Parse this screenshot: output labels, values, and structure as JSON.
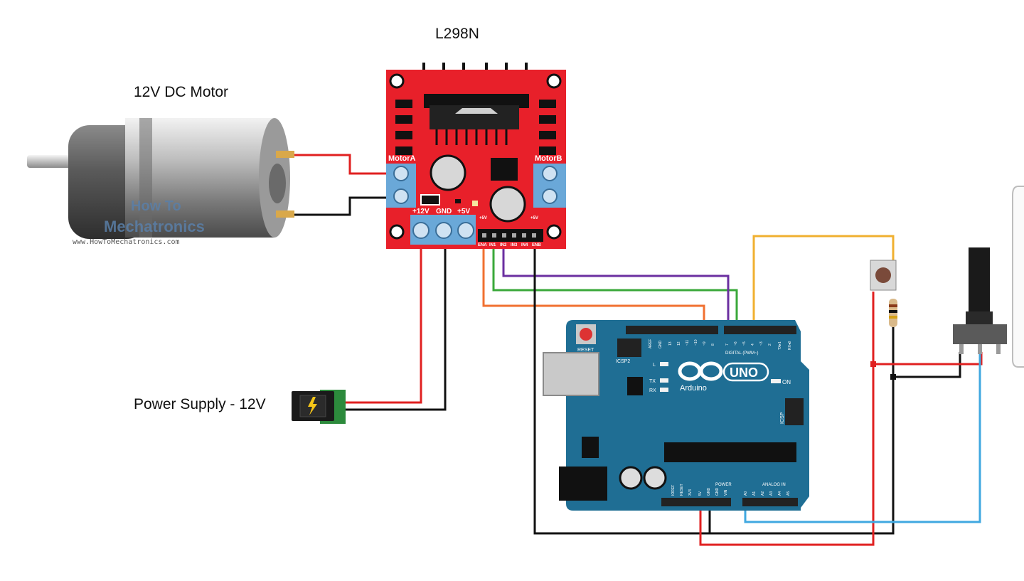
{
  "labels": {
    "module_title": "L298N",
    "motor_title": "12V DC Motor",
    "psu_title": "Power Supply - 12V"
  },
  "l298n": {
    "motor_a": "MotorA",
    "motor_b": "MotorB",
    "v12": "+12V",
    "gnd": "GND",
    "v5": "+5V",
    "v5_small": "+5V",
    "v5_small_b": "+5V",
    "pins": [
      "ENA",
      "IN1",
      "IN2",
      "IN3",
      "IN4",
      "ENB"
    ]
  },
  "watermark": {
    "line1": "How To",
    "line2": "Mechatronics",
    "url": "www.HowToMechatronics.com"
  },
  "arduino": {
    "reset": "RESET",
    "icsp2": "ICSP2",
    "icsp": "ICSP",
    "digital": "DIGITAL (PWM~)",
    "brand": "Arduino",
    "model": "UNO",
    "on": "ON",
    "l": "L",
    "tx": "TX",
    "rx": "RX",
    "power": "POWER",
    "analog": "ANALOG IN",
    "aref": "AREF",
    "gnd": "GND",
    "d13": "13",
    "d12": "12",
    "d11": "~11",
    "d10": "~10",
    "d9": "~9",
    "d8": "8",
    "d7": "7",
    "d6": "~6",
    "d5": "~5",
    "d4": "4",
    "d3": "~3",
    "d2": "2",
    "tx1": "TX▸1",
    "rx0": "RX◂0",
    "p_ioref": "IOREF",
    "p_reset": "RESET",
    "p_3v3": "3V3",
    "p_5v": "5V",
    "p_gnd1": "GND",
    "p_gnd2": "GND",
    "p_vin": "VIN",
    "a0": "A0",
    "a1": "A1",
    "a2": "A2",
    "a3": "A3",
    "a4": "A4",
    "a5": "A5"
  },
  "colors": {
    "wire_red": "#e02020",
    "wire_black": "#111111",
    "wire_purple": "#6b2fa0",
    "wire_green": "#3aa83a",
    "wire_orange": "#f07030",
    "wire_yellow": "#f0b030",
    "wire_blue": "#40a8e0",
    "l298n_board": "#e8202a",
    "arduino_board": "#1f6e94",
    "terminal_blue": "#6aa8d8",
    "psu_board": "#2c8a3c"
  }
}
